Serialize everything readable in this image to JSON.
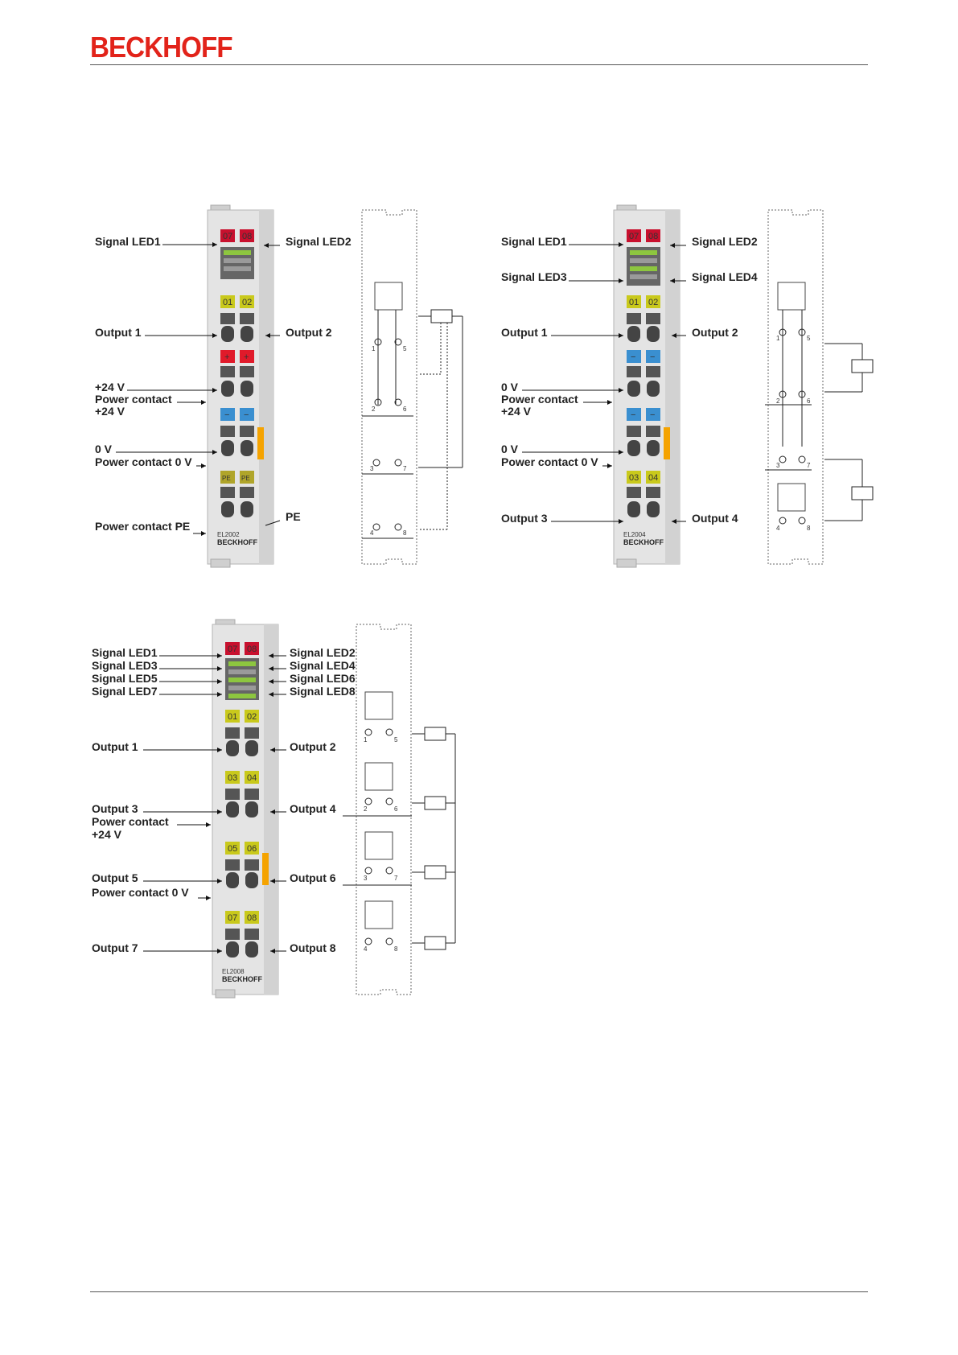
{
  "header": {
    "brand": "BECKHOFF"
  },
  "colors": {
    "brand": "#e2231a",
    "led_red": "#c8102e",
    "led_green": "#8dc63f",
    "led_yellow": "#c9c91c",
    "blue": "#3a8fd0",
    "pe": "#b0a52a",
    "orange": "#f5a300",
    "housing": "#d9d9d9"
  },
  "figures": [
    {
      "id": "el2002",
      "module": {
        "type": "EL2002",
        "brand": "BECKHOFF"
      },
      "led_boxes": [
        "07",
        "08"
      ],
      "labels_left": [
        "Signal LED1",
        "Output 1",
        "+24 V",
        "Power contact",
        "+24 V",
        "0 V",
        "Power contact 0 V",
        "Power contact PE"
      ],
      "labels_right": [
        "Signal LED2",
        "Output 2",
        "PE"
      ],
      "channel_tags": [
        "01",
        "02"
      ],
      "plus_tag": "+",
      "minus_tag": "−",
      "pe_tag": "PE",
      "terminal_numbers": [
        "1",
        "5",
        "2",
        "6",
        "3",
        "7",
        "4",
        "8"
      ]
    },
    {
      "id": "el2004",
      "module": {
        "type": "EL2004",
        "brand": "BECKHOFF"
      },
      "led_boxes": [
        "07",
        "08"
      ],
      "labels_left": [
        "Signal LED1",
        "Signal LED3",
        "Output 1",
        "0 V",
        "Power contact",
        "+24 V",
        "0 V",
        "Power contact 0 V",
        "Output 3"
      ],
      "labels_right": [
        "Signal LED2",
        "Signal LED4",
        "Output 2",
        "Output 4"
      ],
      "channel_tags": [
        "01",
        "02",
        "03",
        "04"
      ],
      "minus_tag": "−",
      "terminal_numbers": [
        "1",
        "5",
        "2",
        "6",
        "3",
        "7",
        "4",
        "8"
      ]
    },
    {
      "id": "el2008",
      "module": {
        "type": "EL2008",
        "brand": "BECKHOFF"
      },
      "led_boxes": [
        "07",
        "08"
      ],
      "labels_left": [
        "Signal LED1",
        "Signal LED3",
        "Signal LED5",
        "Signal LED7",
        "Output 1",
        "Output 3",
        "Power contact",
        "+24 V",
        "Output 5",
        "Power contact 0 V",
        "Output 7"
      ],
      "labels_right": [
        "Signal LED2",
        "Signal LED4",
        "Signal LED6",
        "Signal LED8",
        "Output 2",
        "Output 4",
        "Output 6",
        "Output 8"
      ],
      "channel_tags": [
        "01",
        "02",
        "03",
        "04",
        "05",
        "06",
        "07",
        "08"
      ],
      "terminal_numbers": [
        "1",
        "5",
        "2",
        "6",
        "3",
        "7",
        "4",
        "8"
      ]
    }
  ]
}
